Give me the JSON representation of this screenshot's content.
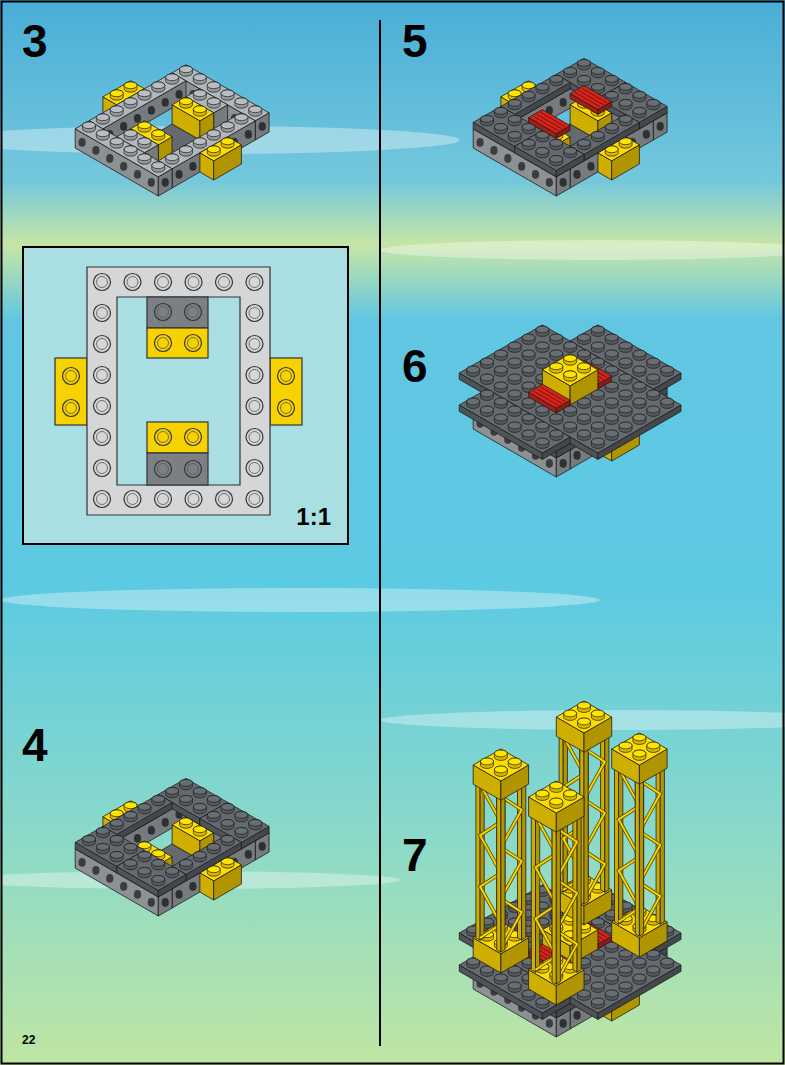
{
  "diagram": {
    "nodes": [
      {
        "text": [
          "1:1"
        ]
      }
    ],
    "labels": [
      "3",
      "5",
      "6",
      "4",
      "7",
      "22"
    ]
  }
}
